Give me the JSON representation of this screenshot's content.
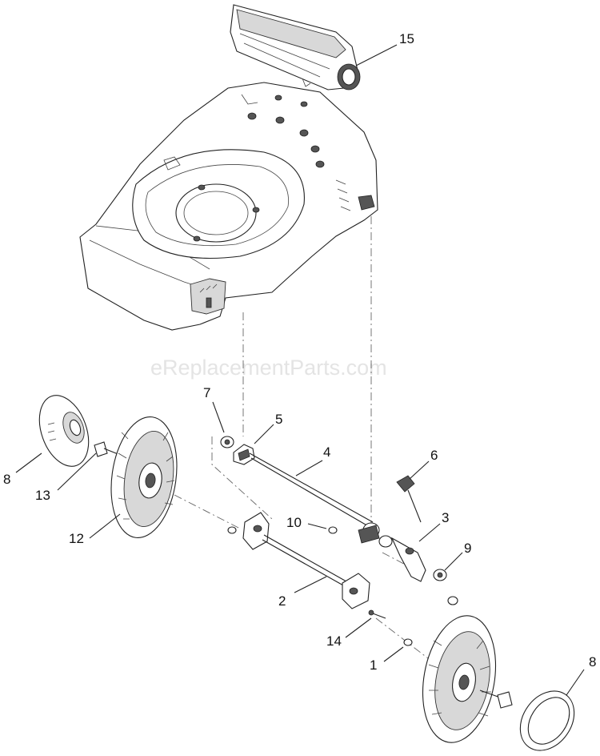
{
  "watermark": "eReplacementParts.com",
  "callouts": {
    "c1": "1",
    "c2": "2",
    "c3": "3",
    "c4": "4",
    "c5": "5",
    "c6": "6",
    "c7": "7",
    "c8a": "8",
    "c8b": "8",
    "c9": "9",
    "c10": "10",
    "c12": "12",
    "c13": "13",
    "c14": "14",
    "c15": "15"
  }
}
